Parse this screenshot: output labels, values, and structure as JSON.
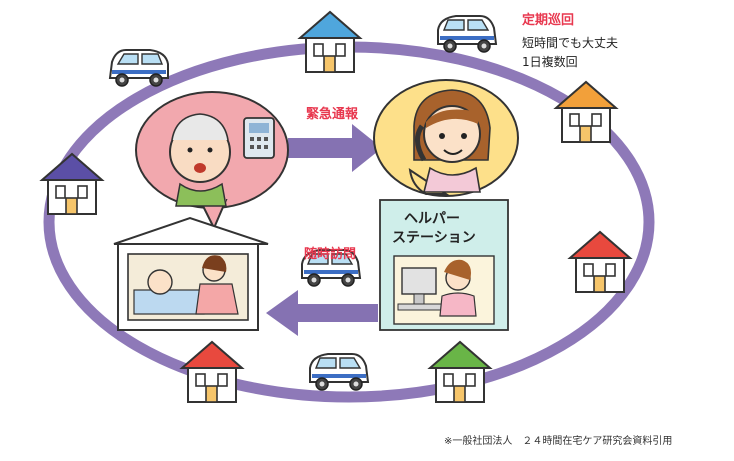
{
  "labels": {
    "patrol_title": "定期巡回",
    "patrol_line1": "短時間でも大丈夫",
    "patrol_line2": "1日複数回",
    "emergency": "緊急通報",
    "visit": "随時訪問",
    "station_line1": "ヘルパー",
    "station_line2": "ステーション",
    "source_note": "※一般社団法人　２４時間在宅ケア研究会資料引用"
  },
  "colors": {
    "ring": "#8e79b8",
    "arrow": "#8572b2",
    "accent_text": "#e8384f",
    "bubble_pink": "#f2a8ae",
    "bubble_yellow": "#fde08a",
    "station_fill": "#cfeeea",
    "roof_blue": "#4fa6dc",
    "roof_orange": "#f2a03a",
    "roof_purple": "#5b4fa6",
    "roof_red": "#e8493e",
    "roof_green": "#69b547",
    "car_blue": "#3c6ec4"
  },
  "icons": [
    "house-icon",
    "car-icon",
    "phone-icon",
    "computer-icon"
  ]
}
